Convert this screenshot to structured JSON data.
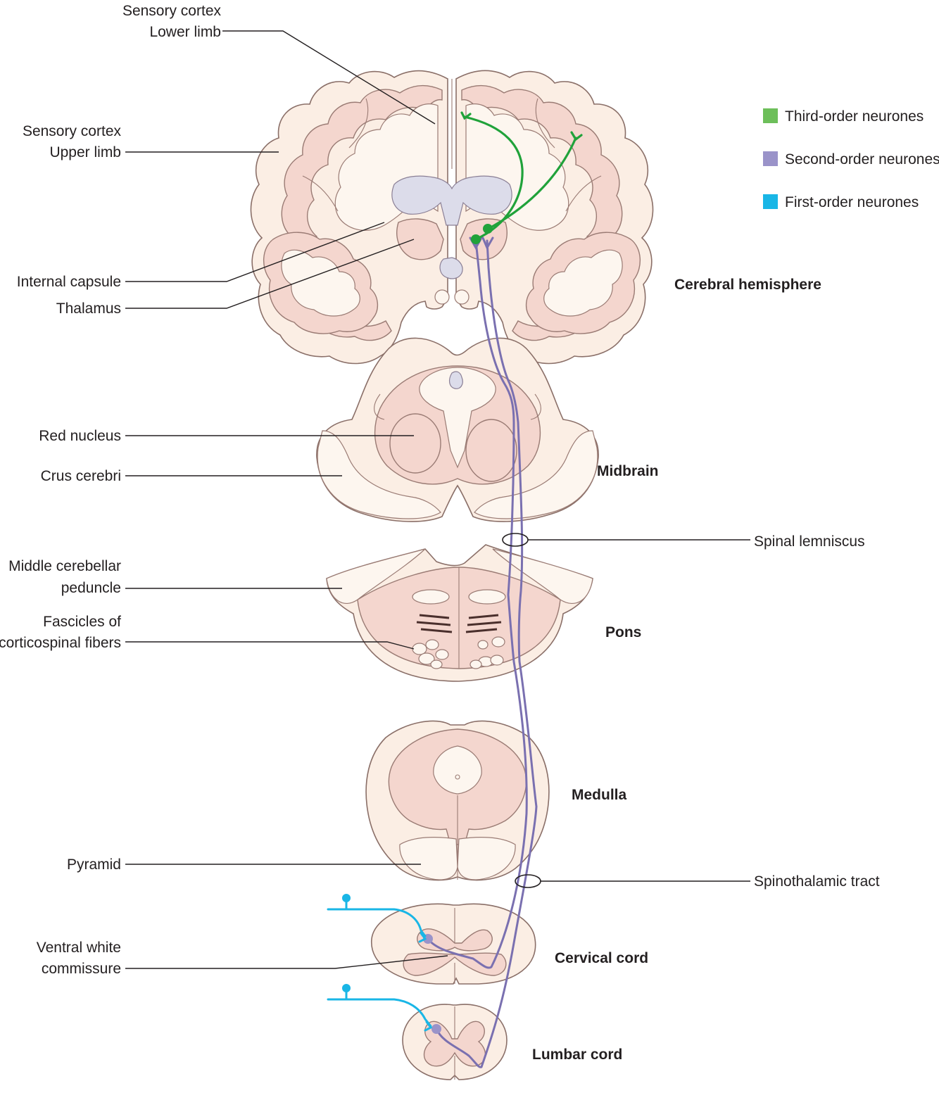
{
  "legend": [
    {
      "label": "Third-order neurones",
      "color": "#6dbf5a"
    },
    {
      "label": "Second-order neurones",
      "color": "#9a93c9"
    },
    {
      "label": "First-order neurones",
      "color": "#19b6e6"
    }
  ],
  "left_labels": {
    "sensory_lower_1": "Sensory cortex",
    "sensory_lower_2": "Lower limb",
    "sensory_upper_1": "Sensory cortex",
    "sensory_upper_2": "Upper limb",
    "internal_capsule": "Internal capsule",
    "thalamus": "Thalamus",
    "red_nucleus": "Red nucleus",
    "crus_cerebri": "Crus cerebri",
    "mcp_1": "Middle cerebellar",
    "mcp_2": "peduncle",
    "fascicles_1": "Fascicles of",
    "fascicles_2": "corticospinal fibers",
    "pyramid": "Pyramid",
    "vwc_1": "Ventral white",
    "vwc_2": "commissure"
  },
  "section_labels": {
    "cerebral": "Cerebral hemisphere",
    "midbrain": "Midbrain",
    "pons": "Pons",
    "medulla": "Medulla",
    "cervical": "Cervical cord",
    "lumbar": "Lumbar cord"
  },
  "right_labels": {
    "spinal_lemniscus": "Spinal lemniscus",
    "spinothalamic_tract": "Spinothalamic tract"
  },
  "colors": {
    "third_order_path": "#20a23a",
    "second_order_path": "#7a70b0",
    "first_order_path": "#19b6e6"
  }
}
